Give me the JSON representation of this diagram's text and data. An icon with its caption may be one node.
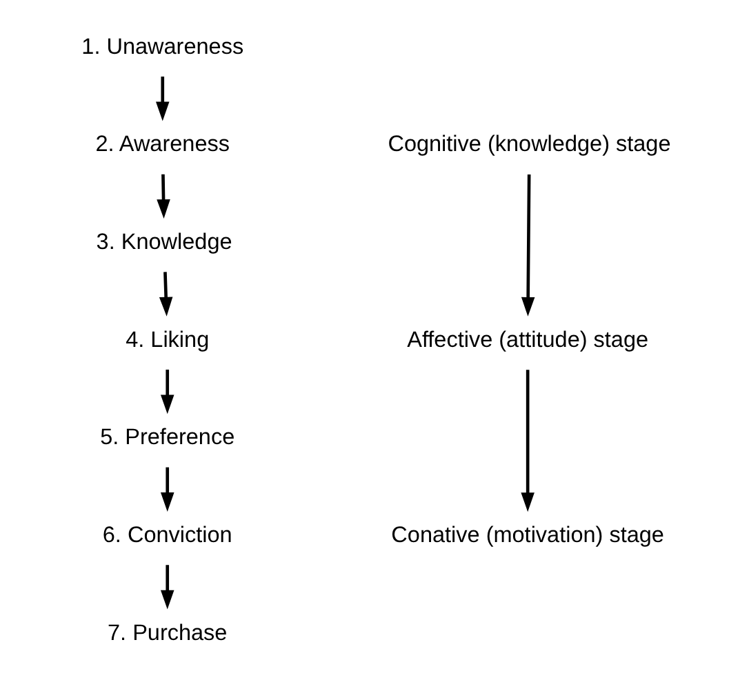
{
  "diagram": {
    "nodes": [
      {
        "text": [
          "1. Unawareness"
        ]
      },
      {
        "text": [
          "2. Awareness"
        ]
      },
      {
        "text": [
          "3. Knowledge"
        ]
      },
      {
        "text": [
          "4. Liking"
        ]
      },
      {
        "text": [
          "5. Preference"
        ]
      },
      {
        "text": [
          "6. Conviction"
        ]
      },
      {
        "text": [
          "7. Purchase"
        ]
      },
      {
        "text": [
          "Cognitive (knowledge) stage"
        ]
      },
      {
        "text": [
          "Affective (attitude) stage"
        ]
      },
      {
        "text": [
          "Conative (motivation) stage"
        ]
      }
    ],
    "edges": [
      {
        "from": 0,
        "to": 1,
        "arrow": "to"
      },
      {
        "from": 1,
        "to": 2,
        "arrow": "to"
      },
      {
        "from": 2,
        "to": 3,
        "arrow": "to"
      },
      {
        "from": 3,
        "to": 4,
        "arrow": "to"
      },
      {
        "from": 4,
        "to": 5,
        "arrow": "to"
      },
      {
        "from": 5,
        "to": 6,
        "arrow": "to"
      },
      {
        "from": 7,
        "to": 8,
        "arrow": "to"
      },
      {
        "from": 8,
        "to": 9,
        "arrow": "to"
      }
    ]
  }
}
